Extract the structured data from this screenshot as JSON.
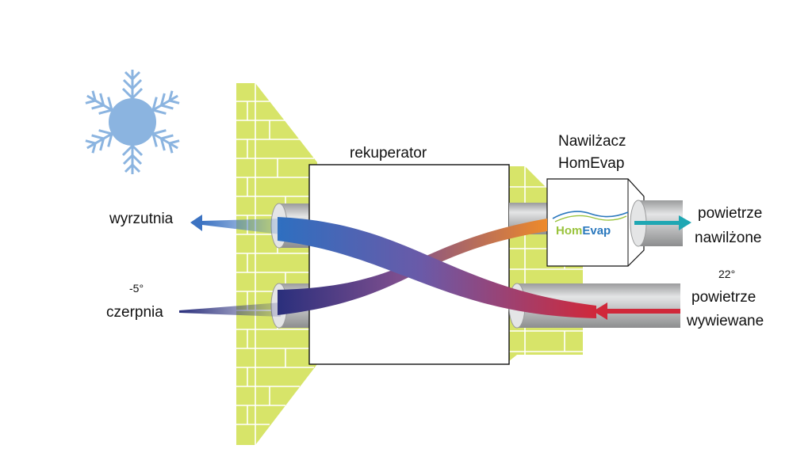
{
  "labels": {
    "recuperator": "rekuperator",
    "humidifier_line1": "Nawilżacz",
    "humidifier_line2": "HomEvap",
    "exhaust": "wyrzutnia",
    "outside_temp": "-5°",
    "intake": "czerpnia",
    "humidified_line1": "powietrze",
    "humidified_line2": "nawilżone",
    "inside_temp": "22°",
    "extract_line1": "powietrze",
    "extract_line2": "wywiewane"
  },
  "logo": {
    "text_part1": "Hom",
    "text_part2": "Evap"
  },
  "colors": {
    "wall": "#d7e469",
    "wall_dark": "#b9c84a",
    "cold": "#2f4fa0",
    "warm": "#d0283a",
    "orange": "#ee8a2a",
    "humid": "#1fa7b3",
    "snowflake": "#8bb4e0",
    "duct": "#d7d8d9",
    "logo_green": "#9ac33c",
    "logo_blue": "#2a78bd"
  },
  "icons": [
    "snowflake-icon",
    "brick-wall",
    "arrow-icon"
  ]
}
